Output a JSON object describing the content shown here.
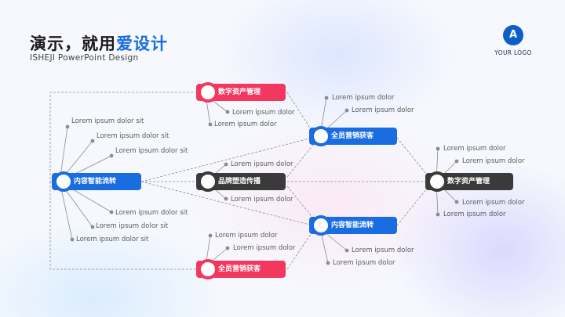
{
  "header": {
    "title_main": "演示，就用",
    "title_accent": "爱设计",
    "subtitle": "ISHEJI PowerPoint Design"
  },
  "logo": {
    "badge_text": "A",
    "text": "YOUR LOGO",
    "color": "#0c5fc7"
  },
  "colors": {
    "blue": "#1a6de0",
    "pink": "#f2385f",
    "dark": "#3a3a3a",
    "line": "#8c8c8c"
  },
  "diagram": {
    "nodes": {
      "left_root": "内容智能流转",
      "top_pink": "数字资产管理",
      "center_dark": "品牌塑造传播",
      "bottom_pink": "全员营销获客",
      "upper_blue": "全员营销获客",
      "lower_blue": "内容智能流转",
      "right_dark": "数字资产管理"
    },
    "leaves": {
      "left_top": [
        "Lorem ipsum dolor sit",
        "Lorem ipsum dolor sit",
        "Lorem ipsum dolor sit"
      ],
      "left_bottom": [
        "Lorem ipsum dolor sit",
        "Lorem ipsum dolor sit",
        "Lorem ipsum dolor sit"
      ],
      "top_pink": [
        "Lorem ipsum dolor",
        "Lorem ipsum dolor"
      ],
      "center_dark": [
        "Lorem ipsum dolor",
        "Lorem ipsum dolor"
      ],
      "bottom_pink": [
        "Lorem ipsum dolor",
        "Lorem ipsum dolor"
      ],
      "upper_blue": [
        "Lorem ipsum dolor",
        "Lorem ipsum dolor"
      ],
      "lower_blue": [
        "Lorem ipsum dolor",
        "Lorem ipsum dolor"
      ],
      "right_dark": [
        "Lorem ipsum dolor",
        "Lorem ipsum dolor",
        "Lorem ipsum dolor",
        "Lorem ipsum dolor"
      ]
    }
  }
}
